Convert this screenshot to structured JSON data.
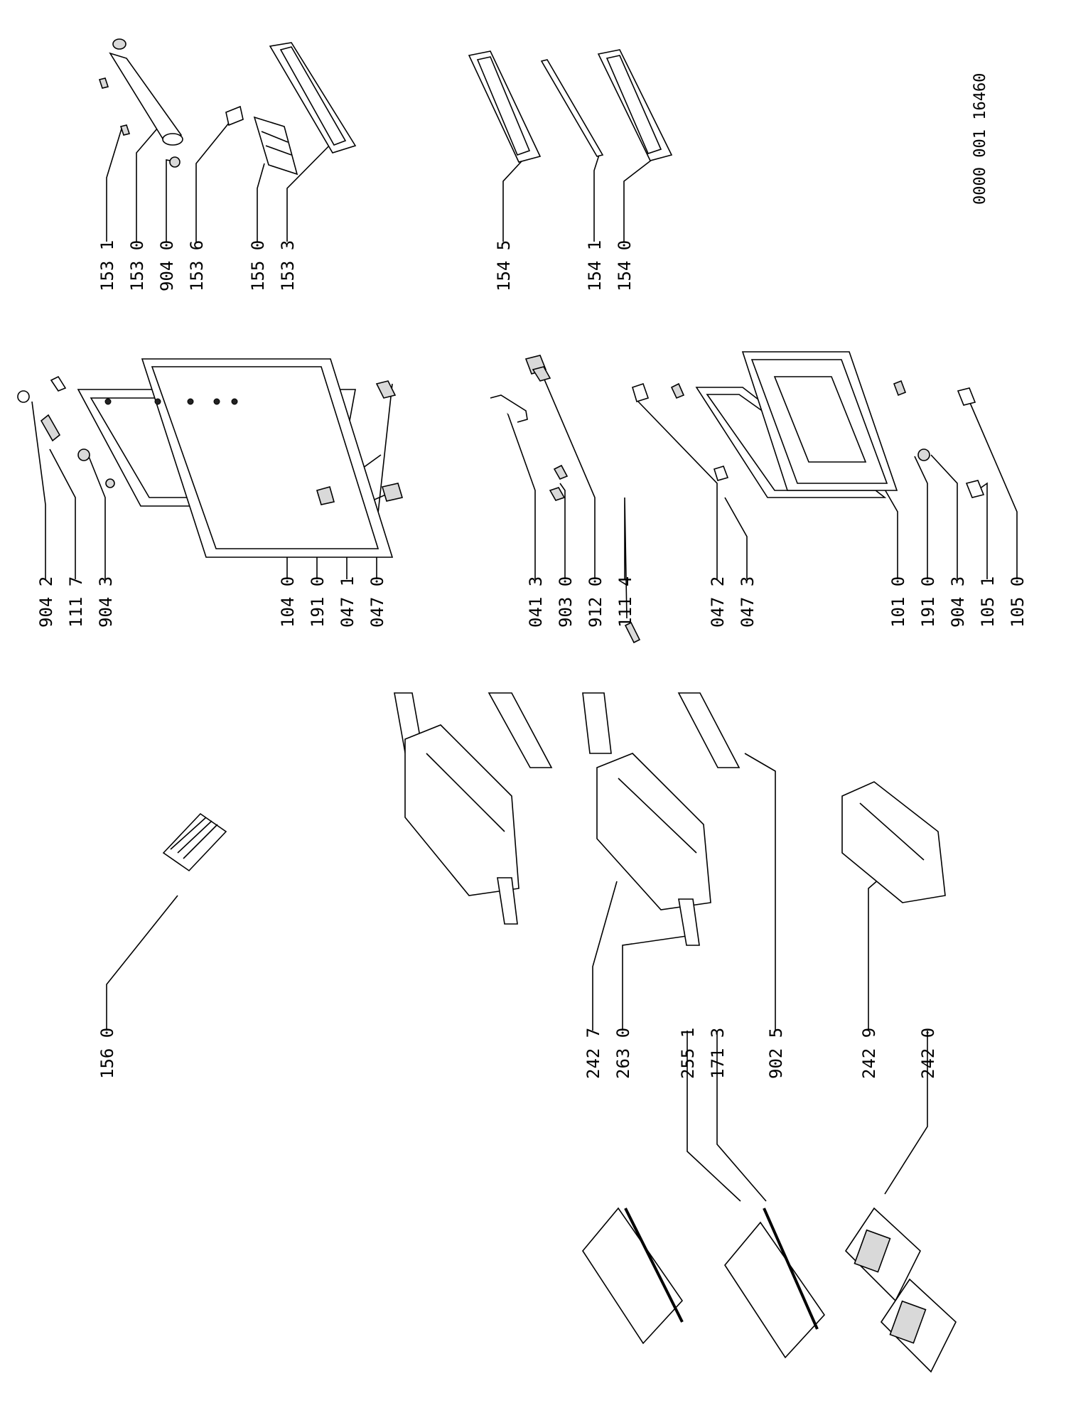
{
  "document_code": "0000 001  16460",
  "labels": {
    "c1": [
      "156 0",
      "242 7",
      "263 0",
      "255 1",
      "171 3",
      "902 5",
      "242 9",
      "242 0"
    ],
    "c2a": [
      "904 2",
      "111 7",
      "904 3",
      "104 0",
      "191 0",
      "047 1",
      "047 0"
    ],
    "c2b": [
      "041 3",
      "903 0",
      "912 0",
      "111 4",
      "047 2",
      "047 3",
      "101 0",
      "191 0",
      "904 3",
      "105 1",
      "105 0"
    ],
    "c3a": [
      "153 1",
      "153 0",
      "904 0",
      "153 6",
      "155 0",
      "153 3"
    ],
    "c3b": [
      "154 5",
      "154 1",
      "154 0"
    ]
  }
}
